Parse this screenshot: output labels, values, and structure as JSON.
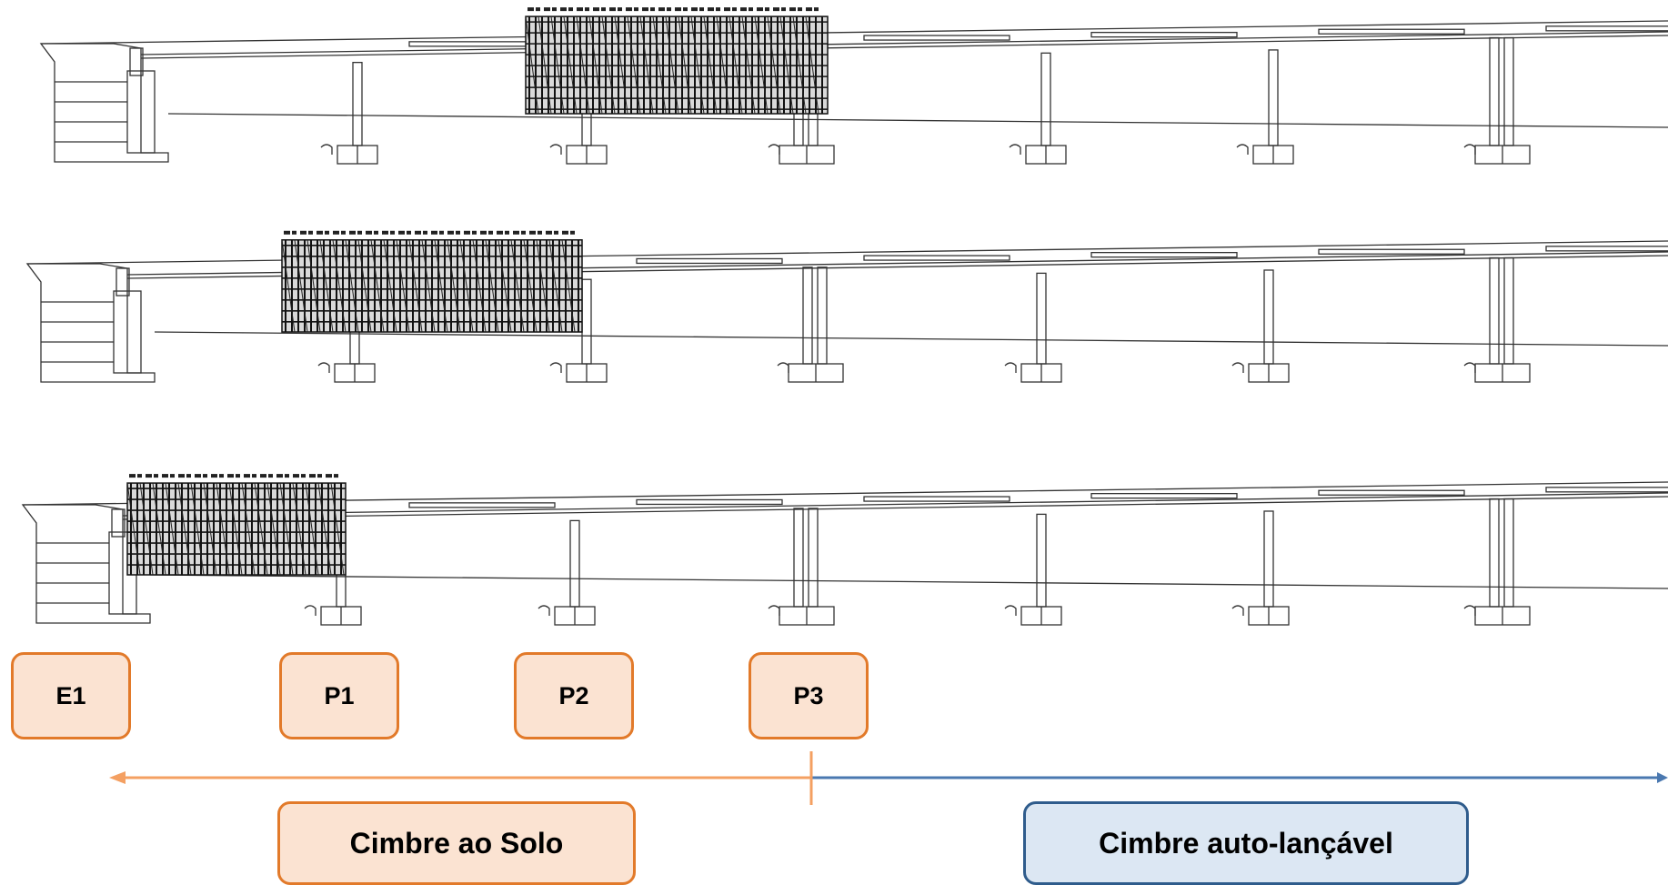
{
  "piers": [
    {
      "id": "e1",
      "label": "E1"
    },
    {
      "id": "p1",
      "label": "P1"
    },
    {
      "id": "p2",
      "label": "P2"
    },
    {
      "id": "p3",
      "label": "P3"
    }
  ],
  "methods": {
    "ground": {
      "label": "Cimbre ao Solo",
      "color": "#f4a062"
    },
    "self_launching": {
      "label": "Cimbre auto-lançável",
      "color": "#4a78b0"
    }
  },
  "stages_count_shown": 3
}
